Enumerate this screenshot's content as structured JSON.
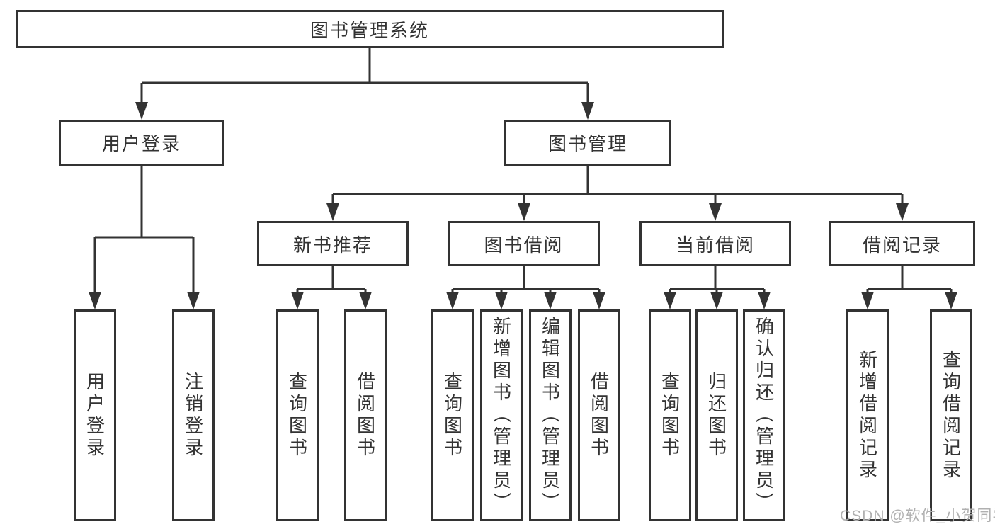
{
  "tree": {
    "root": "图书管理系统",
    "branches": [
      {
        "label": "用户登录",
        "leaves": [
          "用户登录",
          "注销登录"
        ]
      },
      {
        "label": "图书管理",
        "groups": [
          {
            "label": "新书推荐",
            "leaves": [
              "查询图书",
              "借阅图书"
            ]
          },
          {
            "label": "图书借阅",
            "leaves": [
              "查询图书",
              "新增图书（管理员）",
              "编辑图书（管理员）",
              "借阅图书"
            ]
          },
          {
            "label": "当前借阅",
            "leaves": [
              "查询图书",
              "归还图书",
              "确认归还（管理员）"
            ]
          },
          {
            "label": "借阅记录",
            "leaves": [
              "新增借阅记录",
              "查询借阅记录"
            ]
          }
        ]
      }
    ]
  },
  "watermark": {
    "text": "CSDN @软件_小贺同学"
  },
  "colors": {
    "line": "#333333",
    "text": "#333333",
    "background": "#ffffff",
    "watermark": "#b0b0b0"
  }
}
